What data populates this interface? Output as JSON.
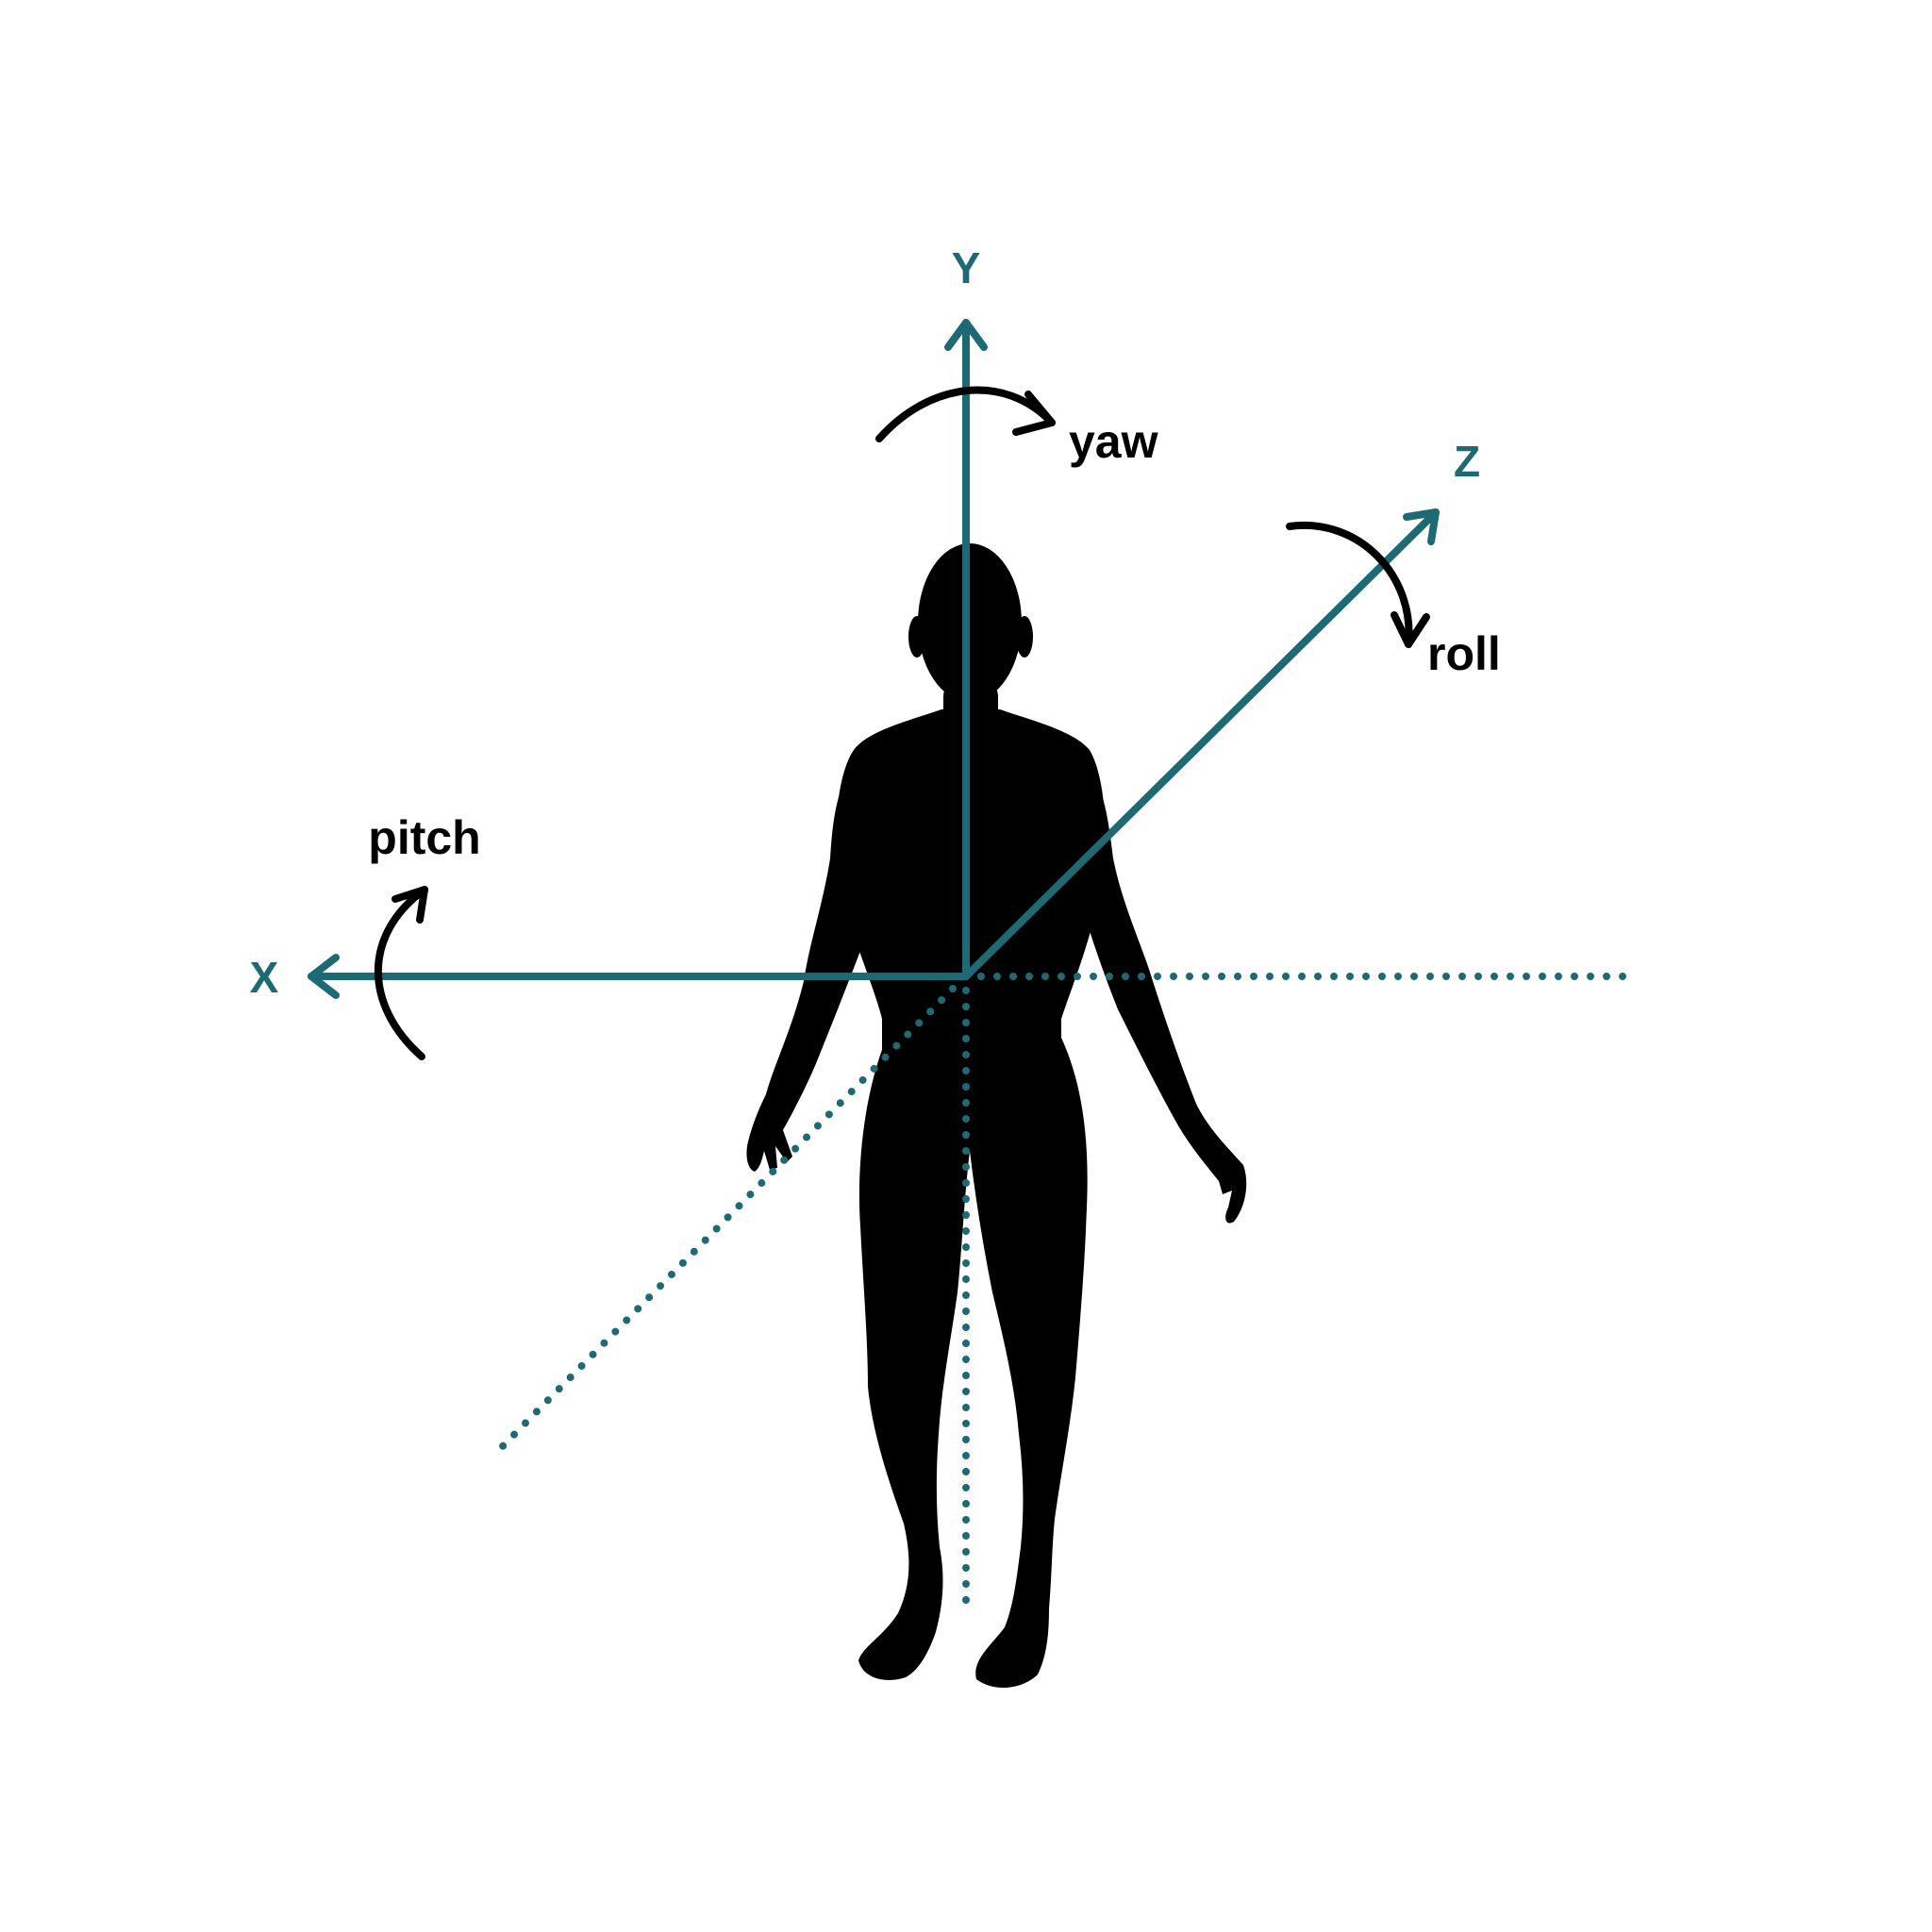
{
  "colors": {
    "axis": "#1e6a74",
    "figure": "#000000",
    "rotation": "#000000",
    "background": "#ffffff"
  },
  "axes": {
    "x": "X",
    "y": "Y",
    "z": "Z"
  },
  "rotations": {
    "yaw": "yaw",
    "pitch": "pitch",
    "roll": "roll"
  }
}
